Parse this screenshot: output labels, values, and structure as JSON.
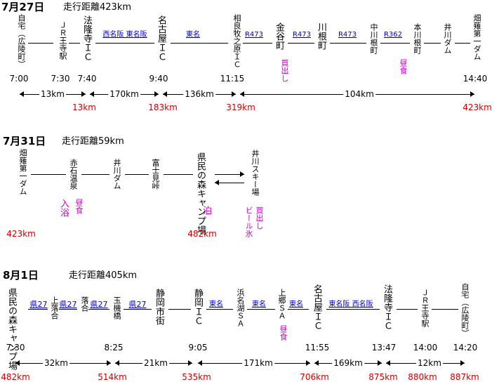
{
  "days": [
    {
      "date": "7月27日",
      "distance": "走行距離423km",
      "stops": [
        {
          "name": "自宅（広陵町）",
          "time": "7:00"
        },
        {
          "name": "ＪＲ王寺駅",
          "time": "7:30"
        },
        {
          "name": "法隆寺ＩＣ",
          "time": "7:40",
          "cum": "13km"
        },
        {
          "name": "名古屋ＩＣ",
          "time": "9:40",
          "cum": "183km"
        },
        {
          "name": "相良牧之原ＩＣ",
          "time": "11:15",
          "cum": "319km"
        },
        {
          "name": "金谷町",
          "note": "買出し"
        },
        {
          "name": "川根町"
        },
        {
          "name": "中川根町"
        },
        {
          "name": "本川根町",
          "note": "昼食"
        },
        {
          "name": "井川ダム"
        },
        {
          "name": "畑薙第一ダム",
          "time": "14:40",
          "cum": "423km"
        }
      ],
      "routes": [
        "",
        "",
        "西名阪 東名阪",
        "東名",
        "R473",
        "R473",
        "R473",
        "R362",
        "",
        ""
      ],
      "legs": [
        "13km",
        "170km",
        "136km",
        "104km"
      ]
    },
    {
      "date": "7月31日",
      "distance": "走行距離59km",
      "stops": [
        {
          "name": "畑薙第一ダム",
          "cum": "423km"
        },
        {
          "name": "赤石温泉",
          "note": "入浴",
          "note2": "昼食"
        },
        {
          "name": "井川ダム"
        },
        {
          "name": "富士見峠"
        },
        {
          "name": "県民の森キャンプ場",
          "note": "泊",
          "cum": "482km"
        },
        {
          "name": "井川スキー場",
          "note": "買出し",
          "note2": "ビール氷"
        }
      ]
    },
    {
      "date": "8月1日",
      "distance": "走行距離405km",
      "stops": [
        {
          "name": "県民の森キャンプ場",
          "time": "7:30",
          "cum": "482km"
        },
        {
          "name": "上落合"
        },
        {
          "name": "落合"
        },
        {
          "name": "玉機橋",
          "time": "8:25",
          "cum": "514km"
        },
        {
          "name": "静岡市街"
        },
        {
          "name": "静岡ＩＣ",
          "time": "9:05",
          "cum": "535km"
        },
        {
          "name": "浜名湖ＳＡ"
        },
        {
          "name": "上郷ＳＡ",
          "note": "昼食"
        },
        {
          "name": "名古屋ＩＣ",
          "time": "11:55",
          "cum": "706km"
        },
        {
          "name": "法隆寺ＩＣ",
          "time": "13:47",
          "cum": "875km"
        },
        {
          "name": "ＪＲ王寺駅",
          "time": "14:00",
          "cum": "880km"
        },
        {
          "name": "自宅（広陵町）",
          "time": "14:20",
          "cum": "887km"
        }
      ],
      "routes": [
        "県27",
        "県27",
        "県27",
        "県27",
        "",
        "東名",
        "東名",
        "東名",
        "東名阪 西名阪",
        "",
        ""
      ],
      "legs": [
        "32km",
        "21km",
        "171km",
        "169km",
        "12km"
      ]
    }
  ]
}
